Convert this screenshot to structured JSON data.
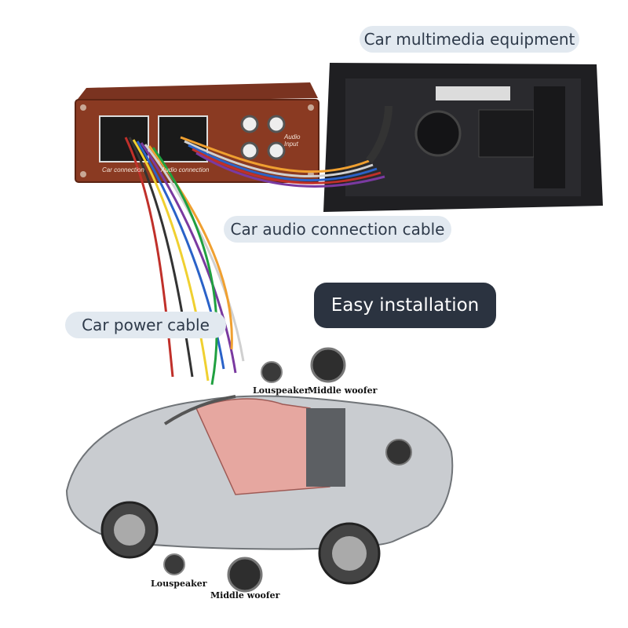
{
  "labels": {
    "multimedia": "Car multimedia equipment",
    "audio_cable": "Car audio connection cable",
    "easy_install": "Easy installation",
    "power_cable": "Car power cable"
  },
  "speakers": {
    "top_loudspeaker": "Louspeaker",
    "top_woofer": "Middle woofer",
    "bottom_loudspeaker": "Louspeaker",
    "bottom_woofer": "Middle woofer"
  },
  "amp_box": {
    "port_left": "Car connection",
    "port_right": "Audio connection",
    "audio_input": "Audio Input"
  },
  "colors": {
    "amp_body": "#8a3a22",
    "head_unit": "#1f1f22",
    "pill_light": "#e2e9f0",
    "pill_dark": "#2b3340"
  }
}
